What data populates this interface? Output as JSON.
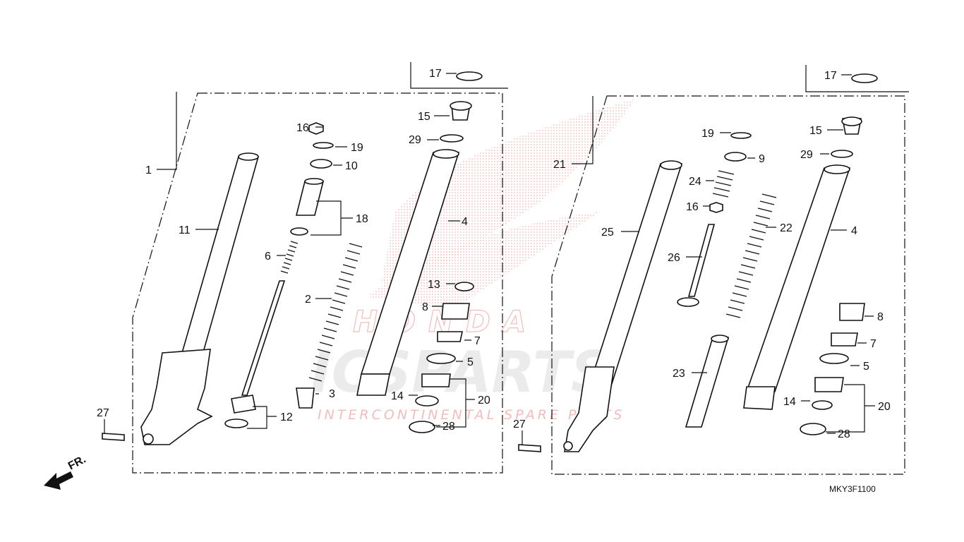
{
  "watermark": {
    "brand": "ICSPARTS",
    "tagline": "INTERCONTINENTAL SPARE PARTS",
    "logo_word": "HONDA",
    "color": "#e04040"
  },
  "diagram": {
    "code": "MKY3F1100",
    "direction": "FR.",
    "left_labels": [
      "17",
      "16",
      "19",
      "10",
      "1",
      "11",
      "18",
      "6",
      "2",
      "13",
      "8",
      "7",
      "5",
      "3",
      "12",
      "14",
      "20",
      "28",
      "27",
      "15",
      "29",
      "4"
    ],
    "right_labels": [
      "17",
      "15",
      "29",
      "19",
      "9",
      "21",
      "24",
      "16",
      "25",
      "22",
      "4",
      "26",
      "8",
      "7",
      "5",
      "23",
      "20",
      "14",
      "28",
      "27"
    ]
  }
}
